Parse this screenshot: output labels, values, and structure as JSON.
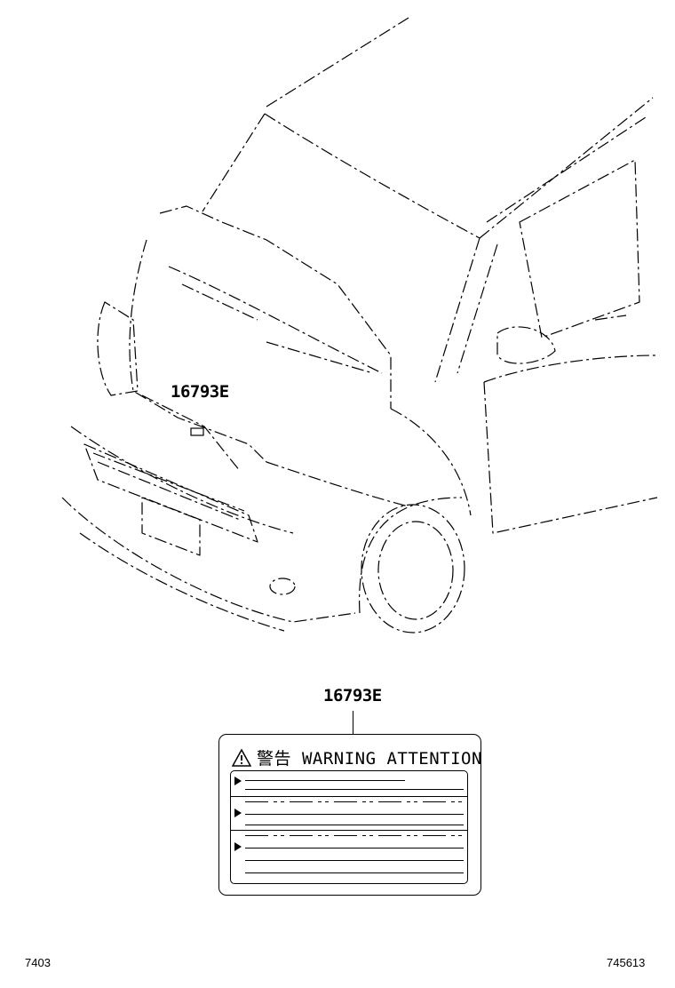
{
  "diagram": {
    "callout_part": "16793E",
    "label_part": "16793E",
    "label_heading": "警告 WARNING ATTENTION",
    "footer_left": "7403",
    "footer_right": "745613"
  }
}
